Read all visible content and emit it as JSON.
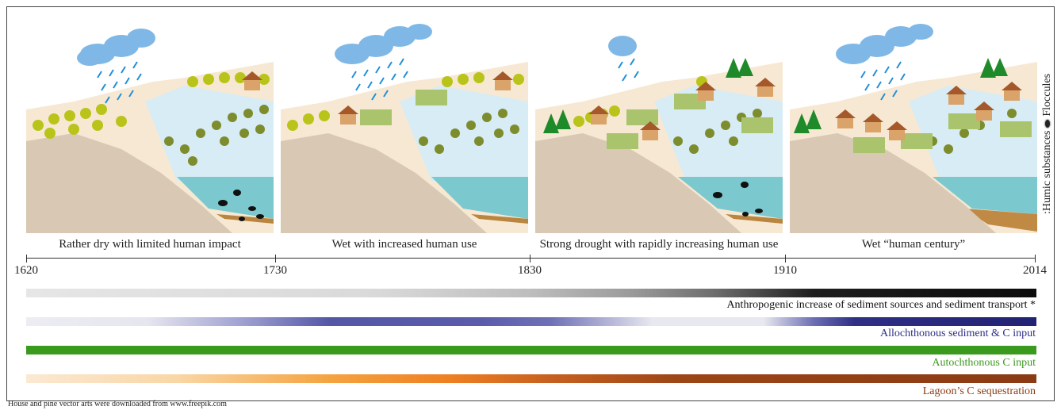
{
  "panels": [
    {
      "caption": "Rather dry with limited human impact"
    },
    {
      "caption": "Wet with increased human use"
    },
    {
      "caption": "Strong drought with rapidly increasing human use"
    },
    {
      "caption": "Wet “human century”"
    }
  ],
  "timeline": {
    "years": [
      "1620",
      "1730",
      "1830",
      "1910",
      "2014"
    ]
  },
  "bars": [
    {
      "label": "Anthropogenic increase of sediment sources and sediment transport *",
      "color": "#000000"
    },
    {
      "label": "Allochthonous sediment & C input",
      "color": "#2e2f86"
    },
    {
      "label": "Autochthonous C input",
      "color": "#3a9a1e"
    },
    {
      "label": "Lagoon’s C sequestration",
      "color": "#8a3a14"
    }
  ],
  "legend": {
    "flocculates": "Floccules",
    "humic": ":Humic substances"
  },
  "footnote": "House and pine vector arts were downloaded from www.freepik.com",
  "icons": [
    "rain-cloud-icon",
    "tree-icon",
    "pine-icon",
    "house-icon",
    "crop-icon",
    "floc-icon"
  ]
}
